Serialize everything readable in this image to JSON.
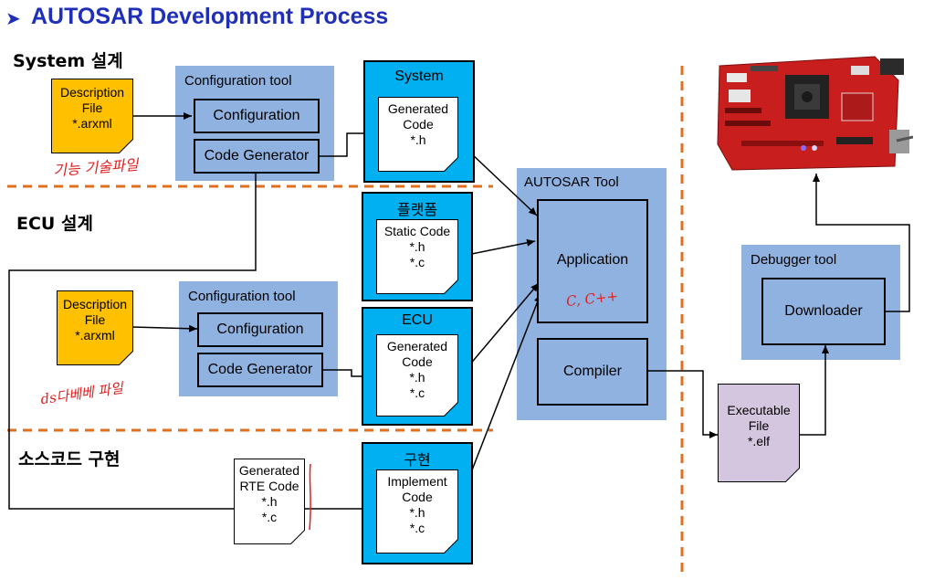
{
  "header": {
    "arrow": "➤",
    "title": "AUTOSAR Development Process"
  },
  "sections": {
    "system": "System 설계",
    "ecu": "ECU 설계",
    "source": "소스코드 구현"
  },
  "system_config_tool": {
    "label": "Configuration tool",
    "configuration": "Configuration",
    "code_generator": "Code Generator"
  },
  "ecu_config_tool": {
    "label": "Configuration tool",
    "configuration": "Configuration",
    "code_generator": "Code Generator"
  },
  "system_description": [
    "Description",
    "File",
    "*.arxml"
  ],
  "ecu_description": [
    "Description",
    "File",
    "*.arxml"
  ],
  "system_box": {
    "title": "System",
    "doc": [
      "Generated",
      "Code",
      "*.h"
    ]
  },
  "platform_box": {
    "title": "플랫폼",
    "doc": [
      "Static Code",
      "*.h",
      "*.c"
    ]
  },
  "ecu_box": {
    "title": "ECU",
    "doc": [
      "Generated",
      "Code",
      "*.h",
      "*.c"
    ]
  },
  "impl_box": {
    "title": "구현",
    "doc": [
      "Implement",
      "Code",
      "*.h",
      "*.c"
    ]
  },
  "rte_doc": [
    "Generated",
    "RTE Code",
    "*.h",
    "*.c"
  ],
  "autosar_tool": {
    "label": "AUTOSAR Tool",
    "application": "Application",
    "compiler": "Compiler"
  },
  "debugger_tool": {
    "label": "Debugger tool",
    "downloader": "Downloader"
  },
  "executable": [
    "Executable",
    "File",
    "*.elf"
  ],
  "annotations": {
    "system_note": "기능 기술파일",
    "ecu_note": "ds다베베 파일",
    "app_note": "C, C++"
  },
  "colors": {
    "title": "#1f2fb8",
    "panel": "#8fb2e0",
    "cyan": "#00b0f0",
    "yellow": "#ffc000",
    "purple": "#d5c6e0",
    "divider": "#e07020",
    "ink": "#e02020"
  },
  "icons": {
    "board": "evaluation-board-photo"
  }
}
